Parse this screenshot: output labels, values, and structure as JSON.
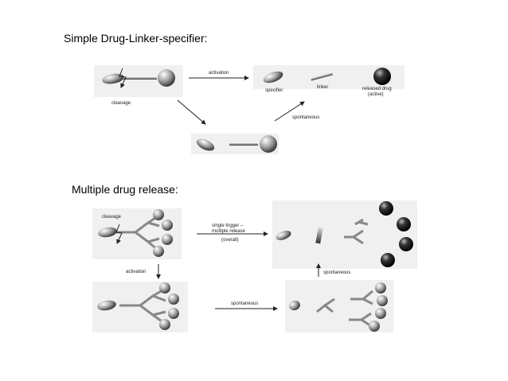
{
  "section1": {
    "title": "Simple Drug-Linker-specifier:",
    "labels": {
      "cleavage": "cleavage",
      "activation": "activation",
      "specifier": "specifier",
      "linker": "linker",
      "released_drug": "released drug",
      "active": "(active)",
      "spontaneous": "spontaneous"
    }
  },
  "section2": {
    "title": "Multiple drug release:",
    "labels": {
      "cleavage": "cleavage",
      "single_trigger": "single trigger –",
      "multiple_release": "multiple release",
      "overall": "(overall)",
      "activation": "activation",
      "spontaneous_up": "spontaneous",
      "spontaneous": "spontaneous"
    }
  },
  "colors": {
    "ball": "#111111",
    "panel": "#f0f0f0"
  }
}
